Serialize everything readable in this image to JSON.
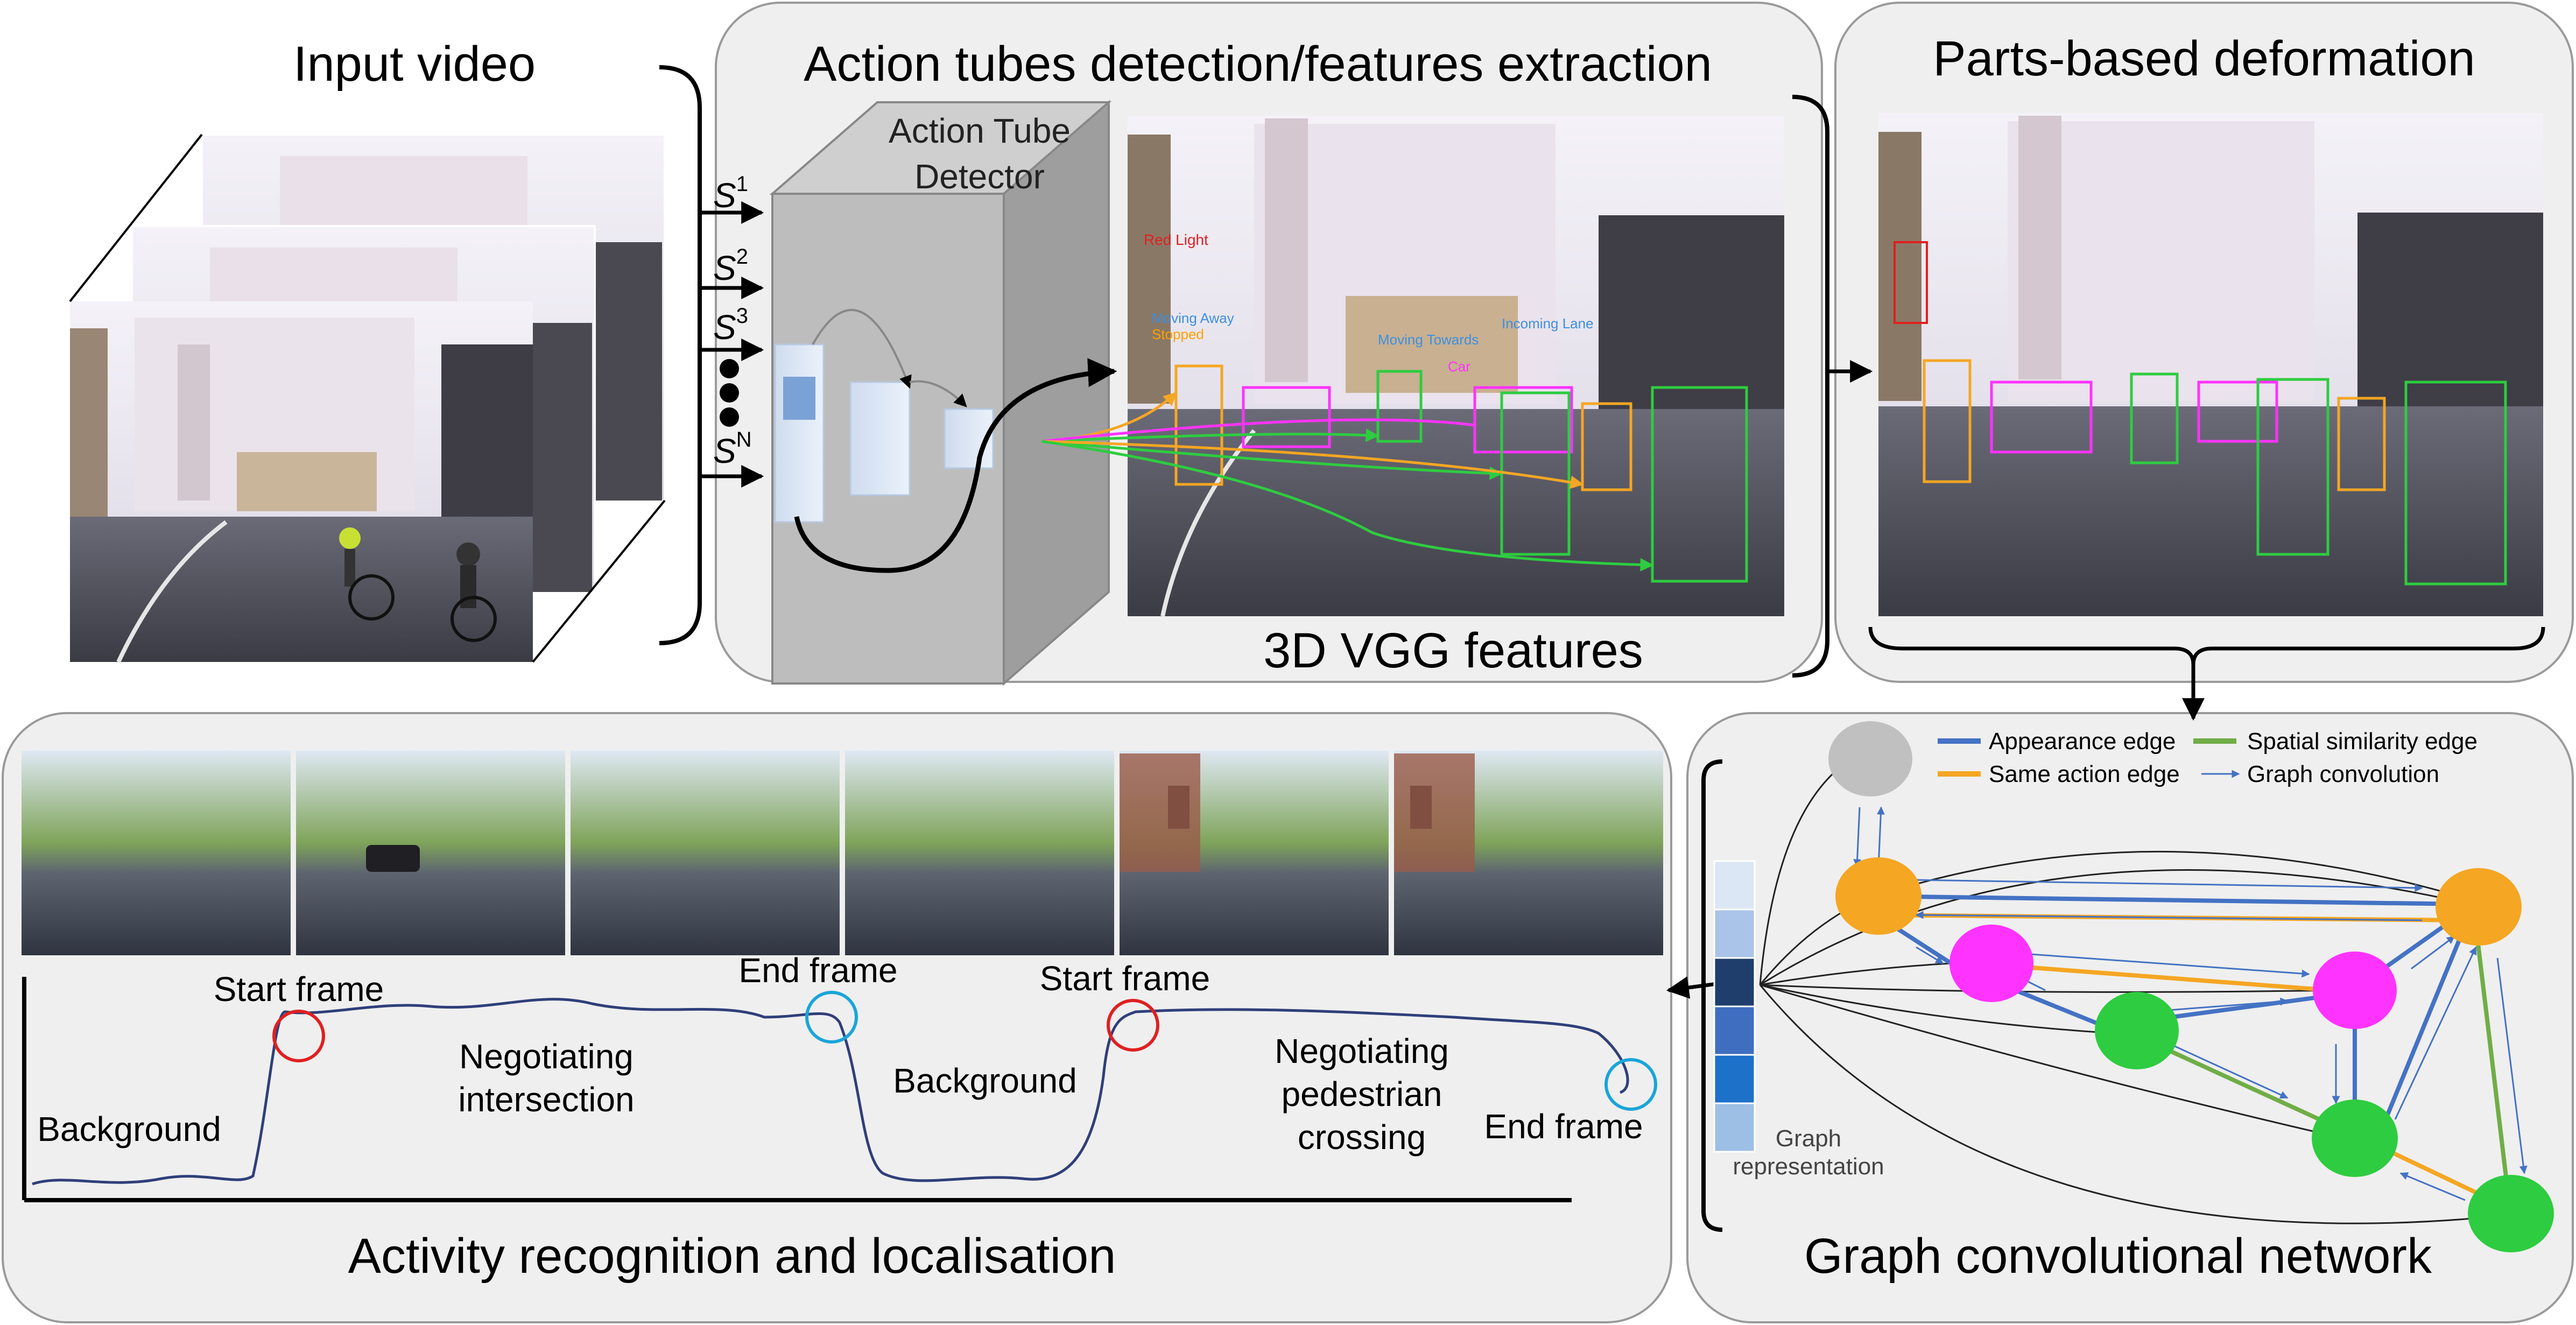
{
  "panels": {
    "input": {
      "title": "Input video"
    },
    "detection": {
      "title": "Action tubes detection/features extraction",
      "detector_label_1": "Action Tube",
      "detector_label_2": "Detector",
      "features_label": "3D VGG features"
    },
    "parts": {
      "title": "Parts-based deformation"
    },
    "activity": {
      "title": "Activity recognition and localisation"
    },
    "gcn": {
      "title": "Graph convolutional network",
      "graph_rep_1": "Graph",
      "graph_rep_2": "representation"
    }
  },
  "streams": [
    {
      "letter": "S",
      "sup": "1"
    },
    {
      "letter": "S",
      "sup": "2"
    },
    {
      "letter": "S",
      "sup": "3"
    },
    {
      "letter": "S",
      "sup": "N"
    }
  ],
  "scene_labels": {
    "red_light": "Red Light",
    "incoming_lane": "Incoming Lane",
    "moving_towards": "Moving Towards",
    "moving_away": "Moving Away",
    "stopped": "Stopped",
    "car": "Car"
  },
  "activity_labels": {
    "start_frame_1": "Start frame",
    "end_frame_1": "End frame",
    "start_frame_2": "Start frame",
    "end_frame_2": "End frame",
    "background_1": "Background",
    "background_2": "Background",
    "negotiating_intersection_1": "Negotiating",
    "negotiating_intersection_2": "intersection",
    "negotiating_pedestrian_1": "Negotiating",
    "negotiating_pedestrian_2": "pedestrian",
    "negotiating_pedestrian_3": "crossing"
  },
  "legend": {
    "appearance": "Appearance edge",
    "spatial": "Spatial similarity edge",
    "same_action": "Same action edge",
    "graph_conv": "Graph convolution"
  },
  "colors": {
    "appearance": "#4472c4",
    "spatial": "#70ad47",
    "same_action": "#f5a623",
    "node_orange": "#f5a623",
    "node_magenta": "#ff33ff",
    "node_green": "#2ecc40",
    "node_gray": "#c0c0c0",
    "start_circle": "#e02020",
    "end_circle": "#1aa5d8"
  }
}
